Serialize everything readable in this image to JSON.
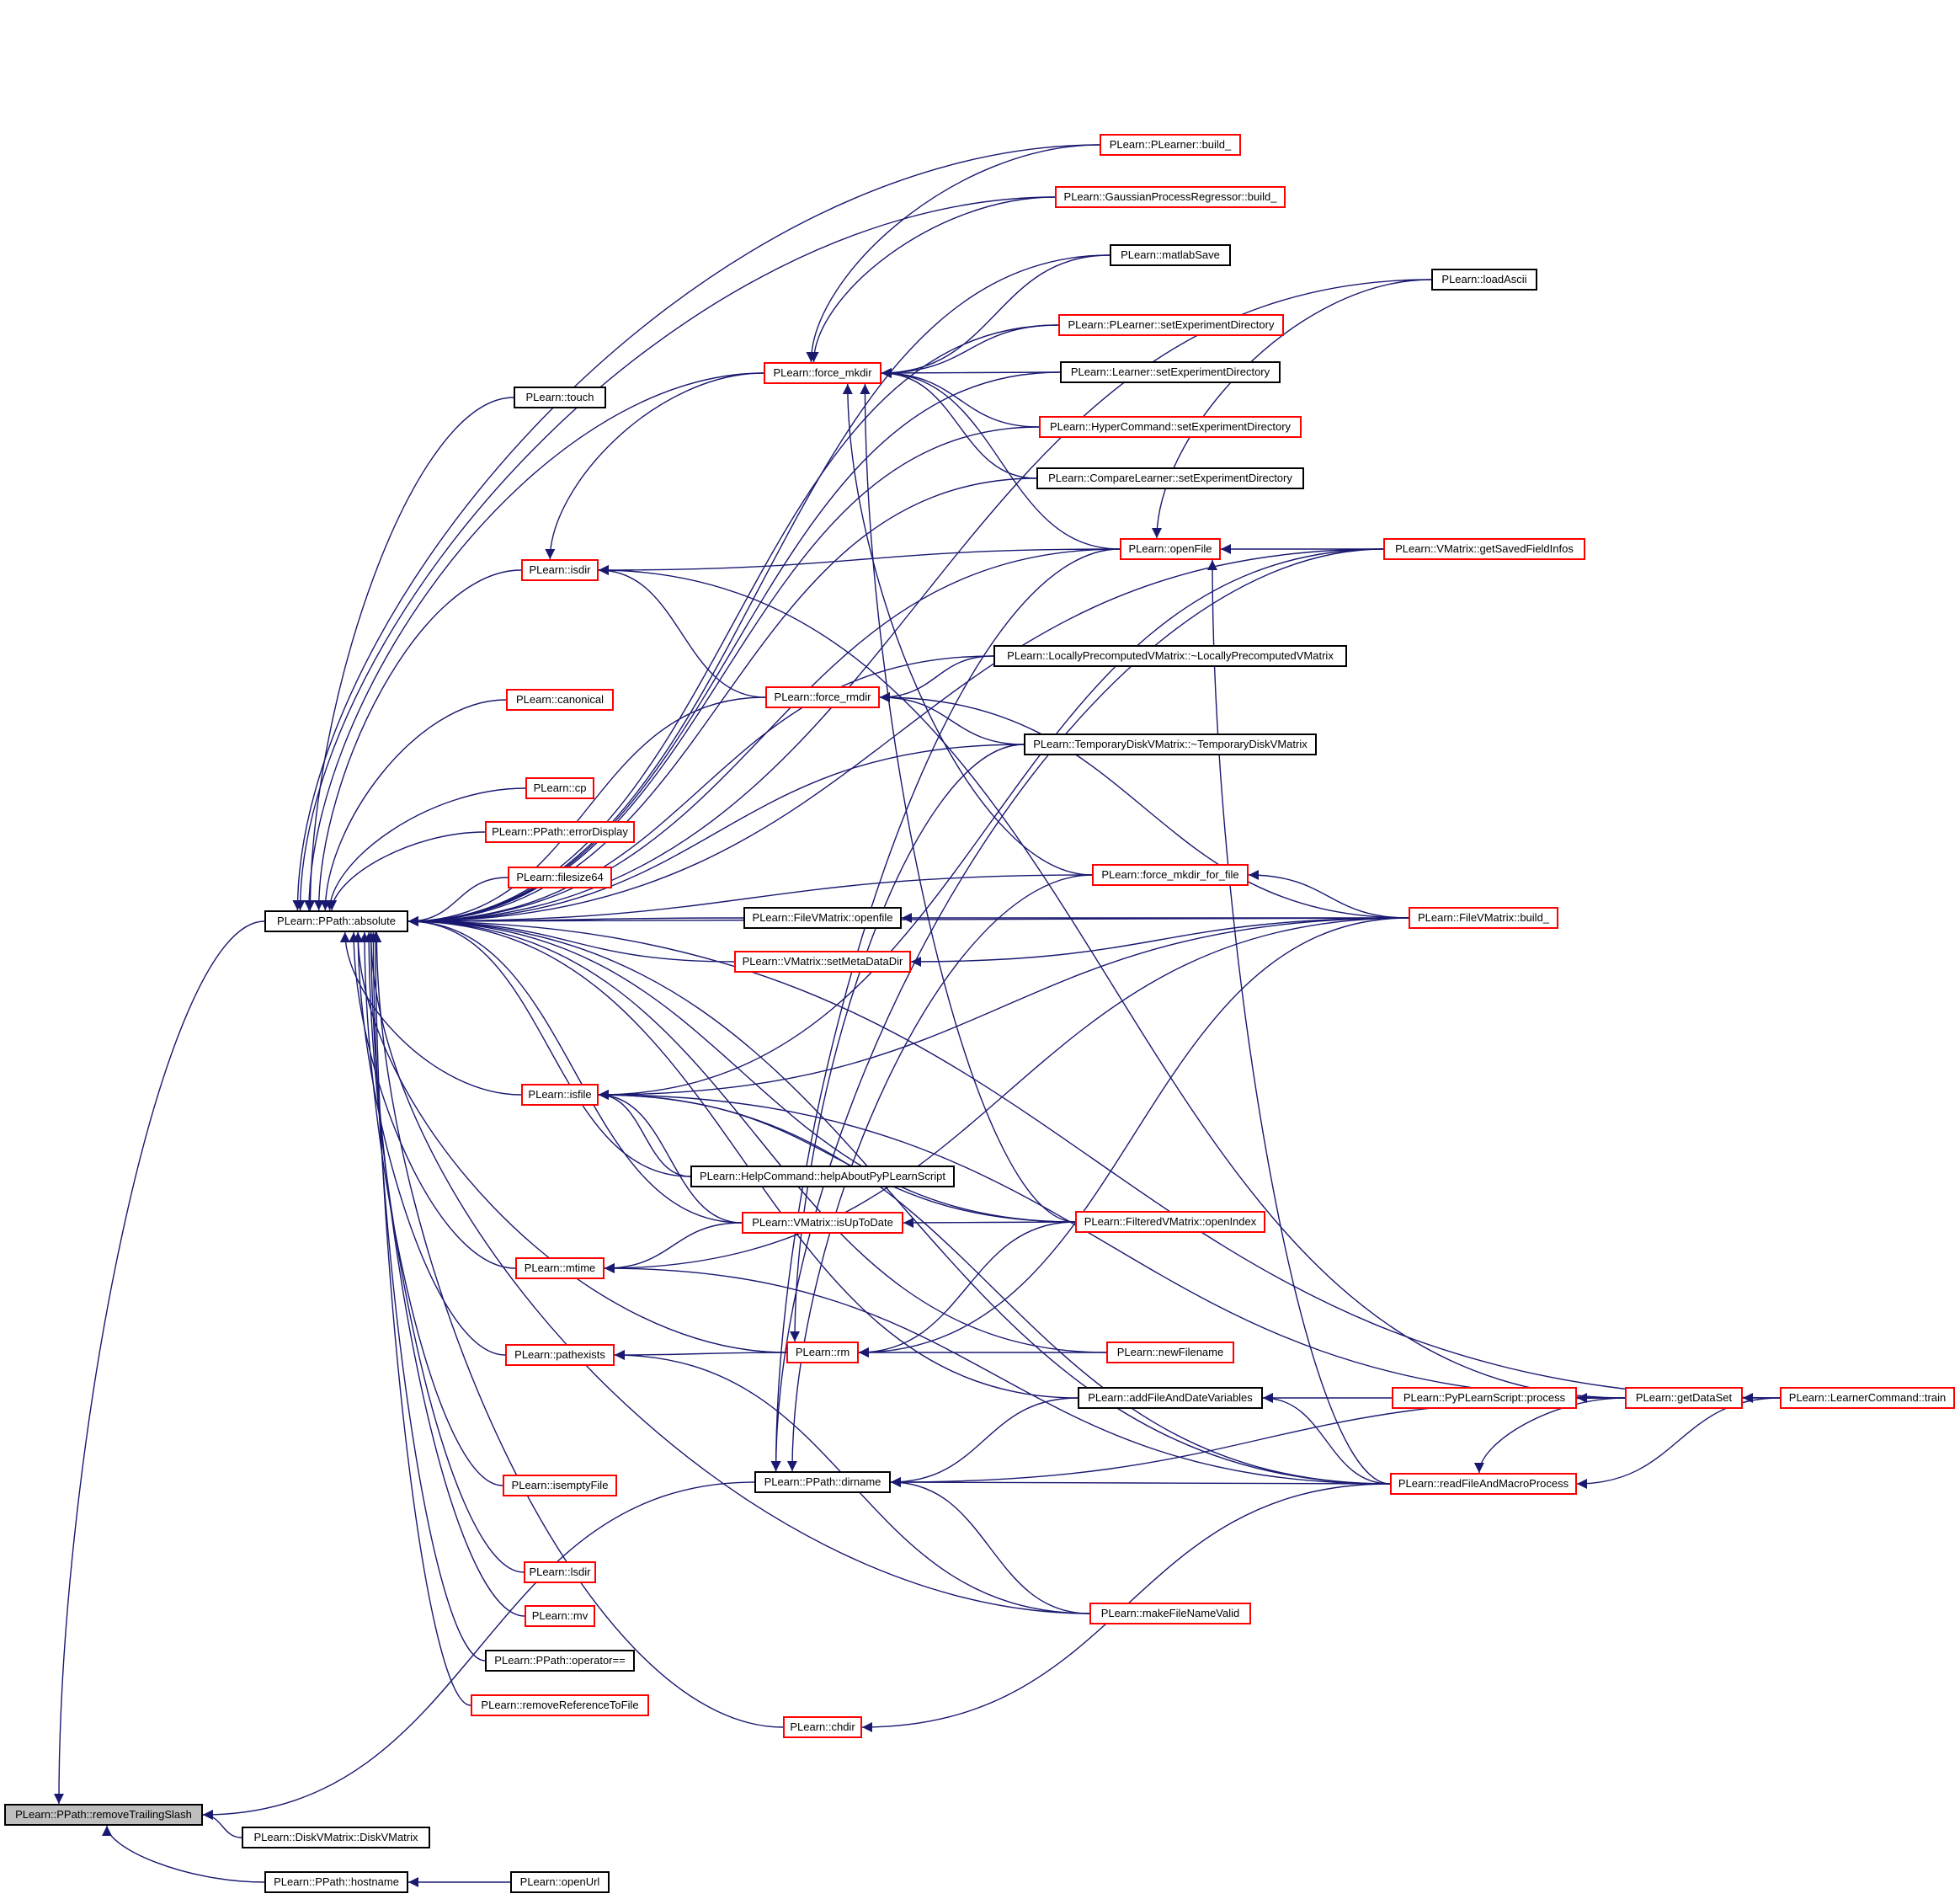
{
  "colors": {
    "edge": "#191970",
    "link_border": "#ff0000",
    "plain_border": "#000000",
    "root_fill": "#bfbfbf"
  },
  "nodes": {
    "removeTrailingSlash": {
      "label": "PLearn::PPath::removeTrailingSlash",
      "style": "root"
    },
    "diskVMatrix": {
      "label": "PLearn::DiskVMatrix::DiskVMatrix",
      "style": "plain"
    },
    "hostname": {
      "label": "PLearn::PPath::hostname",
      "style": "plain"
    },
    "openUrl": {
      "label": "PLearn::openUrl",
      "style": "plain"
    },
    "absolute": {
      "label": "PLearn::PPath::absolute",
      "style": "plain"
    },
    "touch": {
      "label": "PLearn::touch",
      "style": "plain"
    },
    "isdir": {
      "label": "PLearn::isdir",
      "style": "red"
    },
    "canonical": {
      "label": "PLearn::canonical",
      "style": "red"
    },
    "cp": {
      "label": "PLearn::cp",
      "style": "red"
    },
    "errorDisplay": {
      "label": "PLearn::PPath::errorDisplay",
      "style": "red"
    },
    "filesize64": {
      "label": "PLearn::filesize64",
      "style": "red"
    },
    "isfile": {
      "label": "PLearn::isfile",
      "style": "red"
    },
    "mtime": {
      "label": "PLearn::mtime",
      "style": "red"
    },
    "pathexists": {
      "label": "PLearn::pathexists",
      "style": "red"
    },
    "isemptyFile": {
      "label": "PLearn::isemptyFile",
      "style": "red"
    },
    "lsdir": {
      "label": "PLearn::lsdir",
      "style": "red"
    },
    "mv": {
      "label": "PLearn::mv",
      "style": "red"
    },
    "operatorEq": {
      "label": "PLearn::PPath::operator==",
      "style": "plain"
    },
    "removeReferenceToFile": {
      "label": "PLearn::removeReferenceToFile",
      "style": "red"
    },
    "forceMkdir": {
      "label": "PLearn::force_mkdir",
      "style": "red"
    },
    "forceRmdir": {
      "label": "PLearn::force_rmdir",
      "style": "red"
    },
    "fileVMatrixOpenfile": {
      "label": "PLearn::FileVMatrix::openfile",
      "style": "plain"
    },
    "setMetaDataDir": {
      "label": "PLearn::VMatrix::setMetaDataDir",
      "style": "red"
    },
    "helpAboutPyPLearnScript": {
      "label": "PLearn::HelpCommand::helpAboutPyPLearnScript",
      "style": "plain"
    },
    "isUpToDate": {
      "label": "PLearn::VMatrix::isUpToDate",
      "style": "red"
    },
    "rm": {
      "label": "PLearn::rm",
      "style": "red"
    },
    "dirname": {
      "label": "PLearn::PPath::dirname",
      "style": "plain"
    },
    "chdir": {
      "label": "PLearn::chdir",
      "style": "red"
    },
    "plearnerBuild": {
      "label": "PLearn::PLearner::build_",
      "style": "red"
    },
    "gprBuild": {
      "label": "PLearn::GaussianProcessRegressor::build_",
      "style": "red"
    },
    "matlabSave": {
      "label": "PLearn::matlabSave",
      "style": "plain"
    },
    "plearnerSetExpDir": {
      "label": "PLearn::PLearner::setExperimentDirectory",
      "style": "red"
    },
    "learnerSetExpDir": {
      "label": "PLearn::Learner::setExperimentDirectory",
      "style": "plain"
    },
    "hyperSetExpDir": {
      "label": "PLearn::HyperCommand::setExperimentDirectory",
      "style": "red"
    },
    "compareSetExpDir": {
      "label": "PLearn::CompareLearner::setExperimentDirectory",
      "style": "plain"
    },
    "openFile": {
      "label": "PLearn::openFile",
      "style": "red"
    },
    "localPrecomp": {
      "label": "PLearn::LocallyPrecomputedVMatrix::~LocallyPrecomputedVMatrix",
      "style": "plain"
    },
    "tempDisk": {
      "label": "PLearn::TemporaryDiskVMatrix::~TemporaryDiskVMatrix",
      "style": "plain"
    },
    "forceMkdirForFile": {
      "label": "PLearn::force_mkdir_for_file",
      "style": "red"
    },
    "filteredOpenIndex": {
      "label": "PLearn::FilteredVMatrix::openIndex",
      "style": "red"
    },
    "newFilename": {
      "label": "PLearn::newFilename",
      "style": "red"
    },
    "addFileAndDate": {
      "label": "PLearn::addFileAndDateVariables",
      "style": "plain"
    },
    "makeFileNameValid": {
      "label": "PLearn::makeFileNameValid",
      "style": "red"
    },
    "loadAscii": {
      "label": "PLearn::loadAscii",
      "style": "plain"
    },
    "getSavedFieldInfos": {
      "label": "PLearn::VMatrix::getSavedFieldInfos",
      "style": "red"
    },
    "fileVMatrixBuild": {
      "label": "PLearn::FileVMatrix::build_",
      "style": "red"
    },
    "pyPLearnProcess": {
      "label": "PLearn::PyPLearnScript::process",
      "style": "red"
    },
    "readFileAndMacro": {
      "label": "PLearn::readFileAndMacroProcess",
      "style": "red"
    },
    "getDataSet": {
      "label": "PLearn::getDataSet",
      "style": "red"
    },
    "learnerCommandTrain": {
      "label": "PLearn::LearnerCommand::train",
      "style": "red"
    }
  },
  "edges": [
    [
      "removeTrailingSlash",
      "absolute"
    ],
    [
      "removeTrailingSlash",
      "dirname"
    ],
    [
      "removeTrailingSlash",
      "diskVMatrix"
    ],
    [
      "removeTrailingSlash",
      "hostname"
    ],
    [
      "hostname",
      "openUrl"
    ],
    [
      "absolute",
      "touch"
    ],
    [
      "absolute",
      "isdir"
    ],
    [
      "absolute",
      "canonical"
    ],
    [
      "absolute",
      "cp"
    ],
    [
      "absolute",
      "errorDisplay"
    ],
    [
      "absolute",
      "filesize64"
    ],
    [
      "absolute",
      "isfile"
    ],
    [
      "absolute",
      "mtime"
    ],
    [
      "absolute",
      "pathexists"
    ],
    [
      "absolute",
      "isemptyFile"
    ],
    [
      "absolute",
      "lsdir"
    ],
    [
      "absolute",
      "mv"
    ],
    [
      "absolute",
      "operatorEq"
    ],
    [
      "absolute",
      "removeReferenceToFile"
    ],
    [
      "absolute",
      "forceMkdir"
    ],
    [
      "absolute",
      "forceRmdir"
    ],
    [
      "absolute",
      "fileVMatrixOpenfile"
    ],
    [
      "absolute",
      "setMetaDataDir"
    ],
    [
      "absolute",
      "helpAboutPyPLearnScript"
    ],
    [
      "absolute",
      "isUpToDate"
    ],
    [
      "absolute",
      "rm"
    ],
    [
      "absolute",
      "chdir"
    ],
    [
      "absolute",
      "plearnerBuild"
    ],
    [
      "absolute",
      "gprBuild"
    ],
    [
      "absolute",
      "matlabSave"
    ],
    [
      "absolute",
      "plearnerSetExpDir"
    ],
    [
      "absolute",
      "learnerSetExpDir"
    ],
    [
      "absolute",
      "hyperSetExpDir"
    ],
    [
      "absolute",
      "compareSetExpDir"
    ],
    [
      "absolute",
      "openFile"
    ],
    [
      "absolute",
      "localPrecomp"
    ],
    [
      "absolute",
      "tempDisk"
    ],
    [
      "absolute",
      "forceMkdirForFile"
    ],
    [
      "absolute",
      "filteredOpenIndex"
    ],
    [
      "absolute",
      "newFilename"
    ],
    [
      "absolute",
      "addFileAndDate"
    ],
    [
      "absolute",
      "makeFileNameValid"
    ],
    [
      "absolute",
      "loadAscii"
    ],
    [
      "absolute",
      "getSavedFieldInfos"
    ],
    [
      "absolute",
      "fileVMatrixBuild"
    ],
    [
      "absolute",
      "readFileAndMacro"
    ],
    [
      "absolute",
      "learnerCommandTrain"
    ],
    [
      "isdir",
      "forceMkdir"
    ],
    [
      "isdir",
      "forceRmdir"
    ],
    [
      "isdir",
      "openFile"
    ],
    [
      "isdir",
      "getDataSet"
    ],
    [
      "forceMkdir",
      "plearnerBuild"
    ],
    [
      "forceMkdir",
      "gprBuild"
    ],
    [
      "forceMkdir",
      "matlabSave"
    ],
    [
      "forceMkdir",
      "plearnerSetExpDir"
    ],
    [
      "forceMkdir",
      "learnerSetExpDir"
    ],
    [
      "forceMkdir",
      "hyperSetExpDir"
    ],
    [
      "forceMkdir",
      "compareSetExpDir"
    ],
    [
      "forceMkdir",
      "openFile"
    ],
    [
      "forceMkdir",
      "forceMkdirForFile"
    ],
    [
      "forceMkdir",
      "filteredOpenIndex"
    ],
    [
      "forceRmdir",
      "localPrecomp"
    ],
    [
      "forceRmdir",
      "tempDisk"
    ],
    [
      "forceRmdir",
      "fileVMatrixBuild"
    ],
    [
      "openFile",
      "getSavedFieldInfos"
    ],
    [
      "openFile",
      "loadAscii"
    ],
    [
      "openFile",
      "readFileAndMacro"
    ],
    [
      "isfile",
      "fileVMatrixBuild"
    ],
    [
      "isfile",
      "getSavedFieldInfos"
    ],
    [
      "isfile",
      "helpAboutPyPLearnScript"
    ],
    [
      "isfile",
      "isUpToDate"
    ],
    [
      "isfile",
      "filteredOpenIndex"
    ],
    [
      "isfile",
      "getDataSet"
    ],
    [
      "isfile",
      "readFileAndMacro"
    ],
    [
      "mtime",
      "isUpToDate"
    ],
    [
      "mtime",
      "fileVMatrixBuild"
    ],
    [
      "mtime",
      "readFileAndMacro"
    ],
    [
      "pathexists",
      "rm"
    ],
    [
      "pathexists",
      "makeFileNameValid"
    ],
    [
      "rm",
      "tempDisk"
    ],
    [
      "rm",
      "filteredOpenIndex"
    ],
    [
      "rm",
      "newFilename"
    ],
    [
      "rm",
      "fileVMatrixBuild"
    ],
    [
      "isUpToDate",
      "filteredOpenIndex"
    ],
    [
      "fileVMatrixOpenfile",
      "fileVMatrixBuild"
    ],
    [
      "setMetaDataDir",
      "fileVMatrixBuild"
    ],
    [
      "forceMkdirForFile",
      "fileVMatrixBuild"
    ],
    [
      "dirname",
      "openFile"
    ],
    [
      "dirname",
      "forceMkdirForFile"
    ],
    [
      "dirname",
      "addFileAndDate"
    ],
    [
      "dirname",
      "getDataSet"
    ],
    [
      "dirname",
      "readFileAndMacro"
    ],
    [
      "dirname",
      "makeFileNameValid"
    ],
    [
      "dirname",
      "getSavedFieldInfos"
    ],
    [
      "chdir",
      "readFileAndMacro"
    ],
    [
      "addFileAndDate",
      "pyPLearnProcess"
    ],
    [
      "addFileAndDate",
      "readFileAndMacro"
    ],
    [
      "pyPLearnProcess",
      "getDataSet"
    ],
    [
      "readFileAndMacro",
      "getDataSet"
    ],
    [
      "readFileAndMacro",
      "learnerCommandTrain"
    ],
    [
      "getDataSet",
      "learnerCommandTrain"
    ]
  ]
}
